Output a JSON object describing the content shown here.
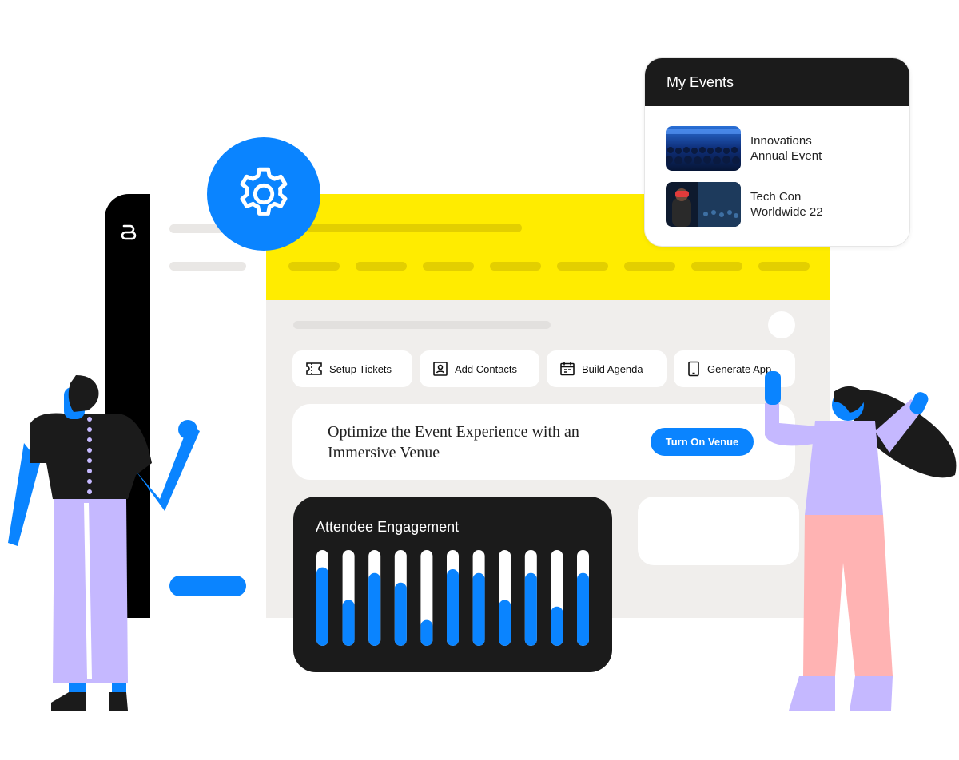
{
  "colors": {
    "accent_blue": "#0a84ff",
    "header_yellow": "#ffec00",
    "dark": "#1b1b1b",
    "panel_bg": "#f0eeec",
    "lavender": "#c5b8ff",
    "pink": "#ffb3b3"
  },
  "sidebar": {
    "logo_icon": "brand-logo-icon"
  },
  "settings": {
    "icon": "gear-icon"
  },
  "actions": [
    {
      "label": "Setup Tickets",
      "icon": "ticket-icon"
    },
    {
      "label": "Add Contacts",
      "icon": "contact-card-icon"
    },
    {
      "label": "Build Agenda",
      "icon": "calendar-icon"
    },
    {
      "label": "Generate App",
      "icon": "phone-icon"
    }
  ],
  "promo": {
    "title": "Optimize the Event Experience with an Immersive Venue",
    "button_label": "Turn On Venue"
  },
  "engagement": {
    "title": "Attendee Engagement"
  },
  "chart_data": {
    "type": "bar",
    "title": "Attendee Engagement",
    "values": [
      0.82,
      0.48,
      0.76,
      0.66,
      0.27,
      0.8,
      0.76,
      0.48,
      0.76,
      0.41,
      0.76
    ],
    "ylim": [
      0,
      1
    ]
  },
  "events": {
    "title": "My Events",
    "items": [
      {
        "name": "Innovations Annual Event"
      },
      {
        "name": "Tech Con Worldwide 22"
      }
    ]
  }
}
